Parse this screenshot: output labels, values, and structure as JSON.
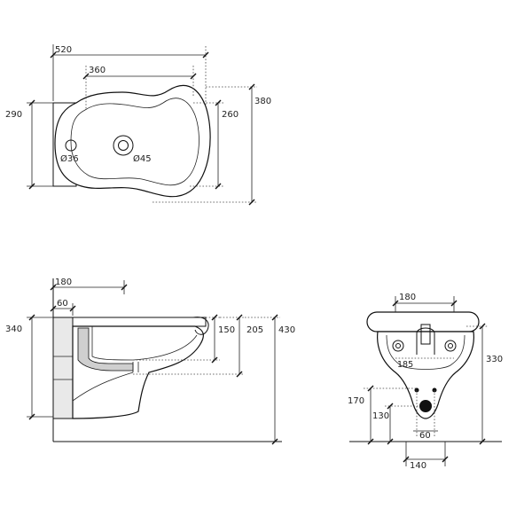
{
  "top_view": {
    "overall_length": "520",
    "bowl_length": "360",
    "overall_width": "290",
    "bowl_width": "260",
    "projection_width": "380",
    "tap_hole": "Ø36",
    "drain_hole": "Ø45"
  },
  "side_view": {
    "centre_offset": "180",
    "wall_offset": "60",
    "height_front": "340",
    "rim_depth": "150",
    "rim_height": "205",
    "total_height": "430"
  },
  "front_view": {
    "fixing_spacing": "180",
    "inlet_spacing": "185",
    "height": "330",
    "lower_height": "170",
    "fixing_height": "130",
    "drain_spacing": "60",
    "base_width": "140"
  }
}
